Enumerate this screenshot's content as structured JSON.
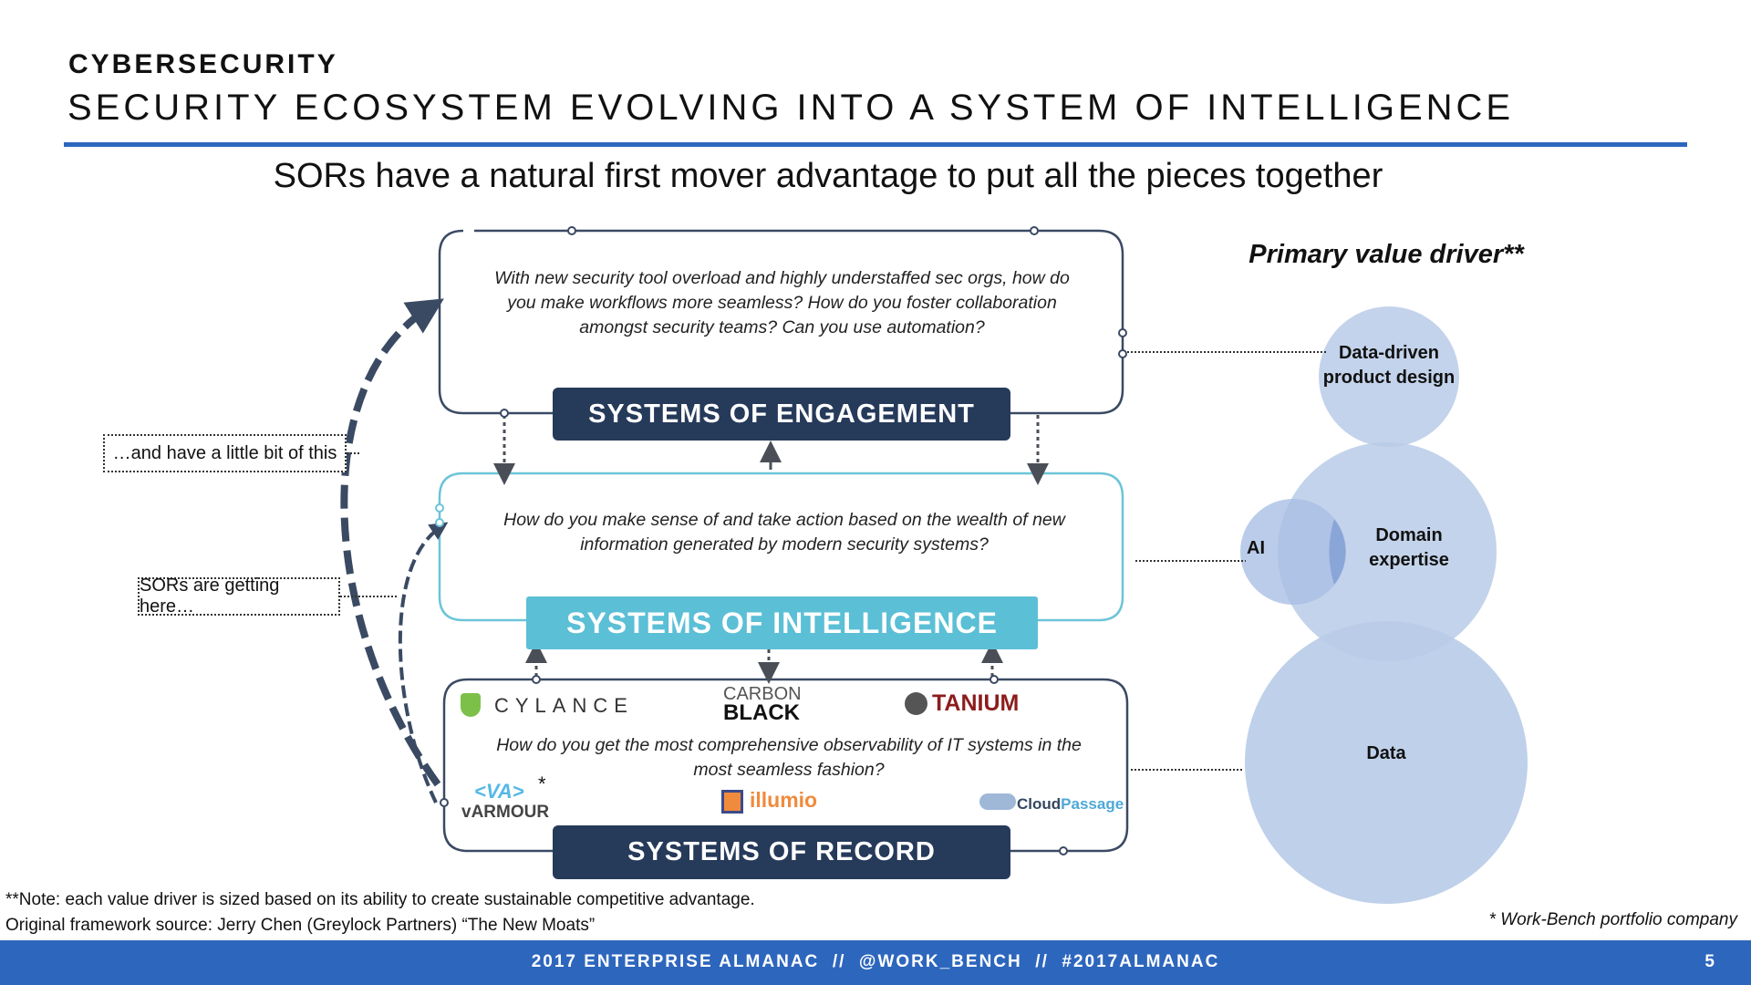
{
  "header": {
    "kicker": "CYBERSECURITY",
    "title": "SECURITY ECOSYSTEM EVOLVING INTO A SYSTEM OF INTELLIGENCE",
    "tagline": "SORs have a natural first mover advantage to put all the pieces together"
  },
  "layers": {
    "engagement": {
      "label": "SYSTEMS OF ENGAGEMENT",
      "question": "With new security tool overload and highly understaffed sec orgs, how do you make workflows more seamless? How do you foster collaboration amongst security teams? Can you use automation?"
    },
    "intelligence": {
      "label": "SYSTEMS OF INTELLIGENCE",
      "question": "How do you make sense of and take action based on the wealth of new information generated by modern security systems?"
    },
    "record": {
      "label": "SYSTEMS OF RECORD",
      "question": "How do you get the most comprehensive observability of IT systems in the most seamless fashion?",
      "logos": {
        "cylance": "CYLANCE",
        "carbon_black_top": "CARBON",
        "carbon_black_bottom": "BLACK",
        "tanium": "TANIUM",
        "varmour_mark": "<VA>",
        "varmour": "vARMOUR",
        "varmour_star": "*",
        "illumio": "illumio",
        "cloudpassage_a": "Cloud",
        "cloudpassage_b": "Passage"
      }
    }
  },
  "annotations": {
    "little_bit": "…and have a little bit of this",
    "sors_getting": "SORs are getting here…"
  },
  "value_drivers": {
    "title": "Primary value driver**",
    "data_driven": "Data-driven product design",
    "ai": "AI",
    "domain": "Domain expertise",
    "data": "Data"
  },
  "notes": {
    "note1": "**Note: each value driver is sized based on its ability to create sustainable competitive advantage.",
    "note2": "Original framework source: Jerry Chen (Greylock Partners) “The New Moats”",
    "portfolio": "* Work-Bench portfolio company"
  },
  "footer": {
    "text": "2017 ENTERPRISE ALMANAC  //  @WORK_BENCH  //  #2017ALMANAC",
    "page": "5"
  },
  "colors": {
    "accent": "#2d66bd",
    "navy": "#263a5a",
    "teal": "#5bbfd6",
    "circle": "#b8cbe8"
  }
}
